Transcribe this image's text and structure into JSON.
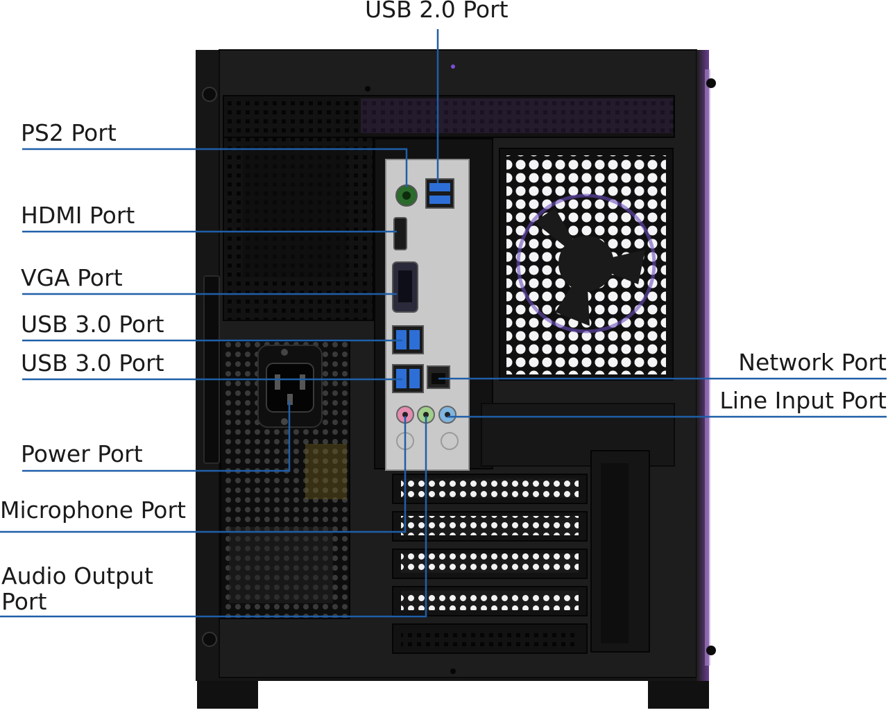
{
  "callouts": {
    "usb20": "USB 2.0 Port",
    "ps2": "PS2 Port",
    "hdmi": "HDMI Port",
    "vga": "VGA Port",
    "usb30_a": "USB 3.0 Port",
    "usb30_b": "USB 3.0 Port",
    "network": "Network Port",
    "line_input": "Line Input Port",
    "power": "Power Port",
    "microphone": "Microphone Port",
    "audio_output_line1": "Audio Output",
    "audio_output_line2": "Port"
  },
  "colors": {
    "leader_line": "#1f5fa8",
    "case_body": "#161616",
    "io_shield": "#c9c9c9",
    "mic_jack": "#e58bb0",
    "audio_out_jack": "#9fcf8a",
    "line_in_jack": "#7fb6e0",
    "usb3_blue": "#2d6fd6"
  }
}
